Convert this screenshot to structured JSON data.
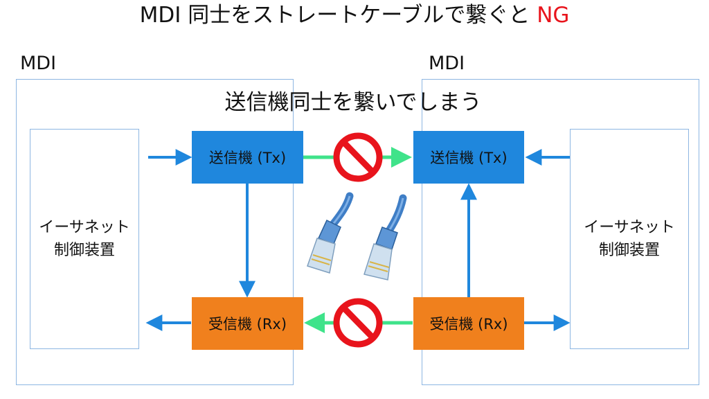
{
  "title": {
    "main": "MDI 同士をストレートケーブルで繋ぐと",
    "highlight": "NG"
  },
  "left_side": {
    "label": "MDI",
    "controller": "イーサネット\n制御装置",
    "tx": "送信機 (Tx)",
    "rx": "受信機 (Rx)"
  },
  "right_side": {
    "label": "MDI",
    "controller": "イーサネット\n制御装置",
    "tx": "送信機 (Tx)",
    "rx": "受信機 (Rx)"
  },
  "middle_caption": "送信機同士を繋いでしまう",
  "colors": {
    "tx": "#1f87dd",
    "rx": "#f0801d",
    "arrow": "#1f87dd",
    "cable_link": "#3fe38a",
    "no_sign": "#e8141c",
    "ng_text": "#e8141c",
    "border": "#8db6e2"
  },
  "icons": [
    "no-entry-icon",
    "ethernet-cable-icon"
  ]
}
